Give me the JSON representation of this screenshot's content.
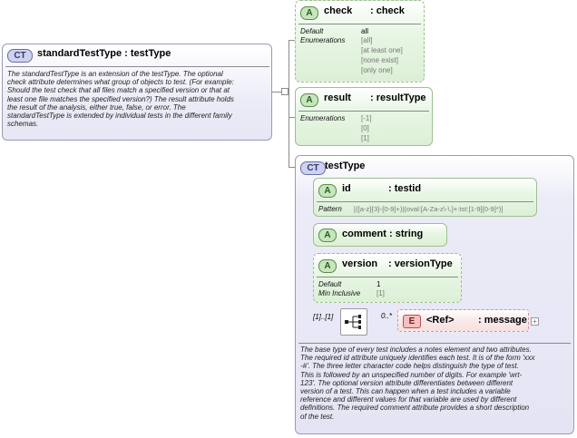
{
  "main_type": {
    "badge": "CT",
    "title": "standardTestType : testType",
    "doc": [
      "The standardTestType is an extension of the testType.  The optional",
      "check attribute determines what group of objects to test.  (For example:",
      "Should the test check that all files match a specified version or that at",
      "least one file matches the specified version?)  The result attribute  holds",
      "the result of the analysis, either true, false, or error.  The",
      "standardTestType is extended by individual tests in the different family",
      "schemas."
    ]
  },
  "check_attr": {
    "badge": "A",
    "name": "check",
    "type": ": check",
    "default_label": "Default",
    "default_value": "all",
    "enum_label": "Enumerations",
    "enumerations": [
      "[all]",
      "[at least one]",
      "[none exist]",
      "[only one]"
    ]
  },
  "result_attr": {
    "badge": "A",
    "name": "result",
    "type": ": resultType",
    "enum_label": "Enumerations",
    "enumerations": [
      "[-1]",
      "[0]",
      "[1]"
    ]
  },
  "test_type": {
    "badge": "CT",
    "title": "testType",
    "id_attr": {
      "badge": "A",
      "name": "id",
      "type": ": testid",
      "pattern_label": "Pattern",
      "pattern_value": "[([a-z]{3}-[0-9]+)|(oval:[A-Za-z\\-\\.]+:tst:[1-9][0-9]*)]"
    },
    "comment_attr": {
      "badge": "A",
      "name": "comment",
      "type": ": string"
    },
    "version_attr": {
      "badge": "A",
      "name": "version",
      "type": ": versionType",
      "default_label": "Default",
      "default_value": "1",
      "min_label": "Min Inclusive",
      "min_value": "[1]"
    },
    "sequence": {
      "cardinality": "[1]..[1]",
      "child_cardinality": "0..*"
    },
    "message_elem": {
      "badge": "E",
      "name": "<Ref>",
      "type": ": message",
      "expand": "+"
    },
    "doc": [
      "The base type of every test includes a notes element and two attributes.",
      "The required id attribute uniquely identifies each test.  It is of the form 'xxx",
      "-#'.  The three letter character code helps distinguish the type of test.",
      "This is followed by an unspecified number of digits.  For example 'wrt-",
      "123'.  The optional version attribute differentiates between different",
      "version of a test.  This can happen when a test includes a variable",
      "reference and different values for that variable are used by different",
      "definitions.  The required comment attribute provides a short description",
      "of the test."
    ]
  }
}
